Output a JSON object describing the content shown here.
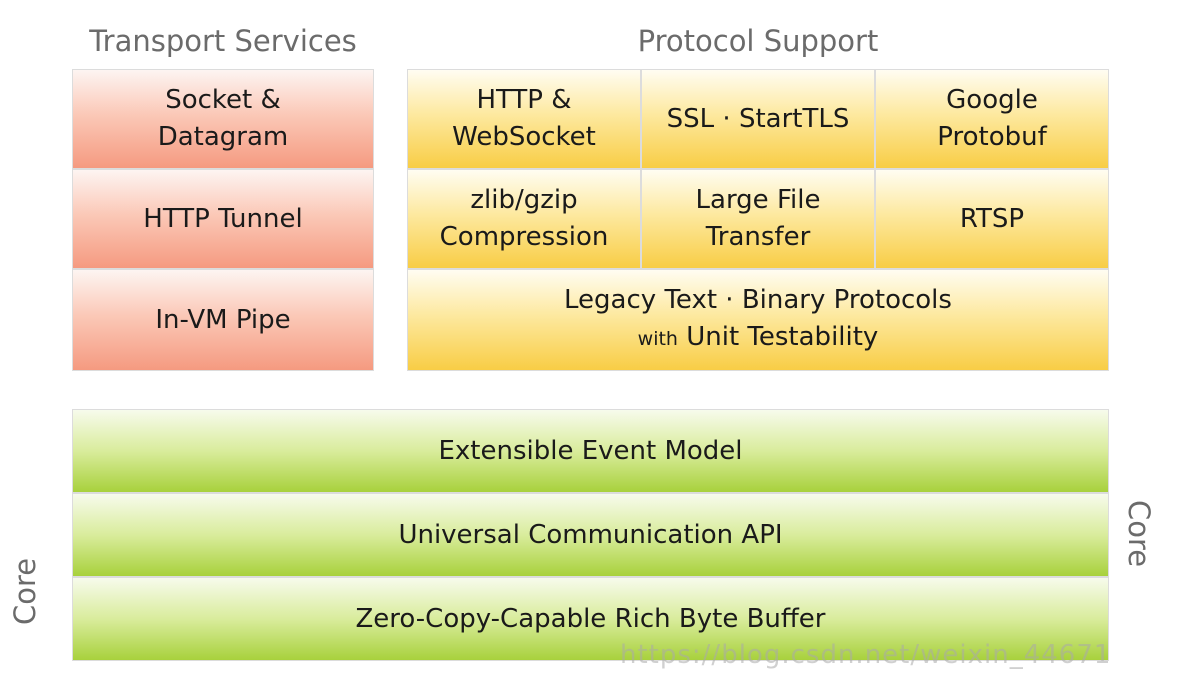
{
  "headings": {
    "transport": "Transport Services",
    "protocol": "Protocol Support",
    "core_left": "Core",
    "core_right": "Core"
  },
  "transport_services": [
    "Socket &\nDatagram",
    "HTTP Tunnel",
    "In-VM Pipe"
  ],
  "protocol_support": {
    "row1": [
      "HTTP &\nWebSocket",
      "SSL · StartTLS",
      "Google\nProtobuf"
    ],
    "row2": [
      "zlib/gzip\nCompression",
      "Large File\nTransfer",
      "RTSP"
    ],
    "legacy_line1": "Legacy Text · Binary Protocols",
    "legacy_with": "with",
    "legacy_rest": "Unit Testability"
  },
  "core_layers": [
    "Extensible Event Model",
    "Universal Communication API",
    "Zero-Copy-Capable Rich Byte Buffer"
  ],
  "watermark": "https://blog.csdn.net/weixin_44671",
  "colors": {
    "transport": "#f59a80",
    "protocol": "#f8cd45",
    "core": "#a8d13c",
    "heading_text": "#6b6b6b"
  }
}
